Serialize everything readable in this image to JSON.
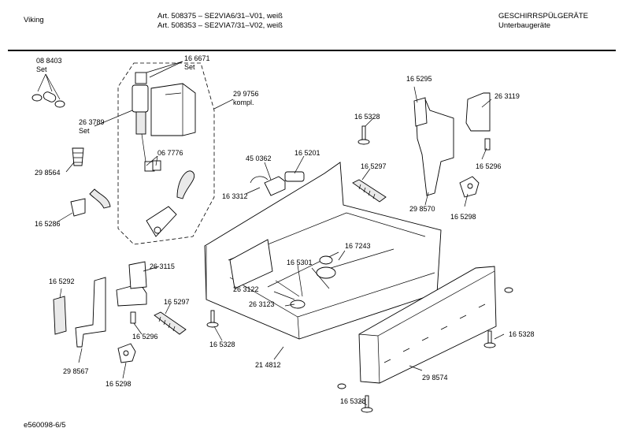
{
  "header": {
    "brand": "Viking",
    "article_line1": "Art. 508375 – SE2VIA6/31–V01, weiß",
    "article_line2": "Art. 508353 – SE2VIA7/31–V02, weiß",
    "category": "GESCHIRRSPÜLGERÄTE",
    "subcategory": "Unterbaugeräte"
  },
  "footer": {
    "doc_id": "e560098-6/5"
  },
  "callouts": [
    {
      "id": "c_088403",
      "text": "08 8403"
    },
    {
      "id": "c_088403_set",
      "text": "Set"
    },
    {
      "id": "c_166671",
      "text": "16 6671"
    },
    {
      "id": "c_166671_set",
      "text": "Set"
    },
    {
      "id": "c_299756",
      "text": "29 9756"
    },
    {
      "id": "c_299756_kompl",
      "text": "kompl."
    },
    {
      "id": "c_263789",
      "text": "26 3789"
    },
    {
      "id": "c_263789_set",
      "text": "Set"
    },
    {
      "id": "c_067776",
      "text": "06 7776"
    },
    {
      "id": "c_298564",
      "text": "29 8564"
    },
    {
      "id": "c_165286",
      "text": "16 5286"
    },
    {
      "id": "c_165295",
      "text": "16 5295"
    },
    {
      "id": "c_263119",
      "text": "26 3119"
    },
    {
      "id": "c_165328_a",
      "text": "16 5328"
    },
    {
      "id": "c_450362",
      "text": "45 0362"
    },
    {
      "id": "c_165201",
      "text": "16 5201"
    },
    {
      "id": "c_165297_a",
      "text": "16 5297"
    },
    {
      "id": "c_165296_a",
      "text": "16 5296"
    },
    {
      "id": "c_163312",
      "text": "16 3312"
    },
    {
      "id": "c_298570",
      "text": "29 8570"
    },
    {
      "id": "c_165298_a",
      "text": "16 5298"
    },
    {
      "id": "c_167243",
      "text": "16 7243"
    },
    {
      "id": "c_165292",
      "text": "16 5292"
    },
    {
      "id": "c_263115",
      "text": "26 3115"
    },
    {
      "id": "c_165301",
      "text": "16 5301"
    },
    {
      "id": "c_263122",
      "text": "26 3122"
    },
    {
      "id": "c_263123",
      "text": "26 3123"
    },
    {
      "id": "c_165297_b",
      "text": "16 5297"
    },
    {
      "id": "c_165328_b",
      "text": "16 5328"
    },
    {
      "id": "c_165296_b",
      "text": "16 5296"
    },
    {
      "id": "c_298567",
      "text": "29 8567"
    },
    {
      "id": "c_165298_b",
      "text": "16 5298"
    },
    {
      "id": "c_214812",
      "text": "21 4812"
    },
    {
      "id": "c_165328_c",
      "text": "16 5328"
    },
    {
      "id": "c_298574",
      "text": "29 8574"
    },
    {
      "id": "c_165328_d",
      "text": "16 5328"
    }
  ]
}
